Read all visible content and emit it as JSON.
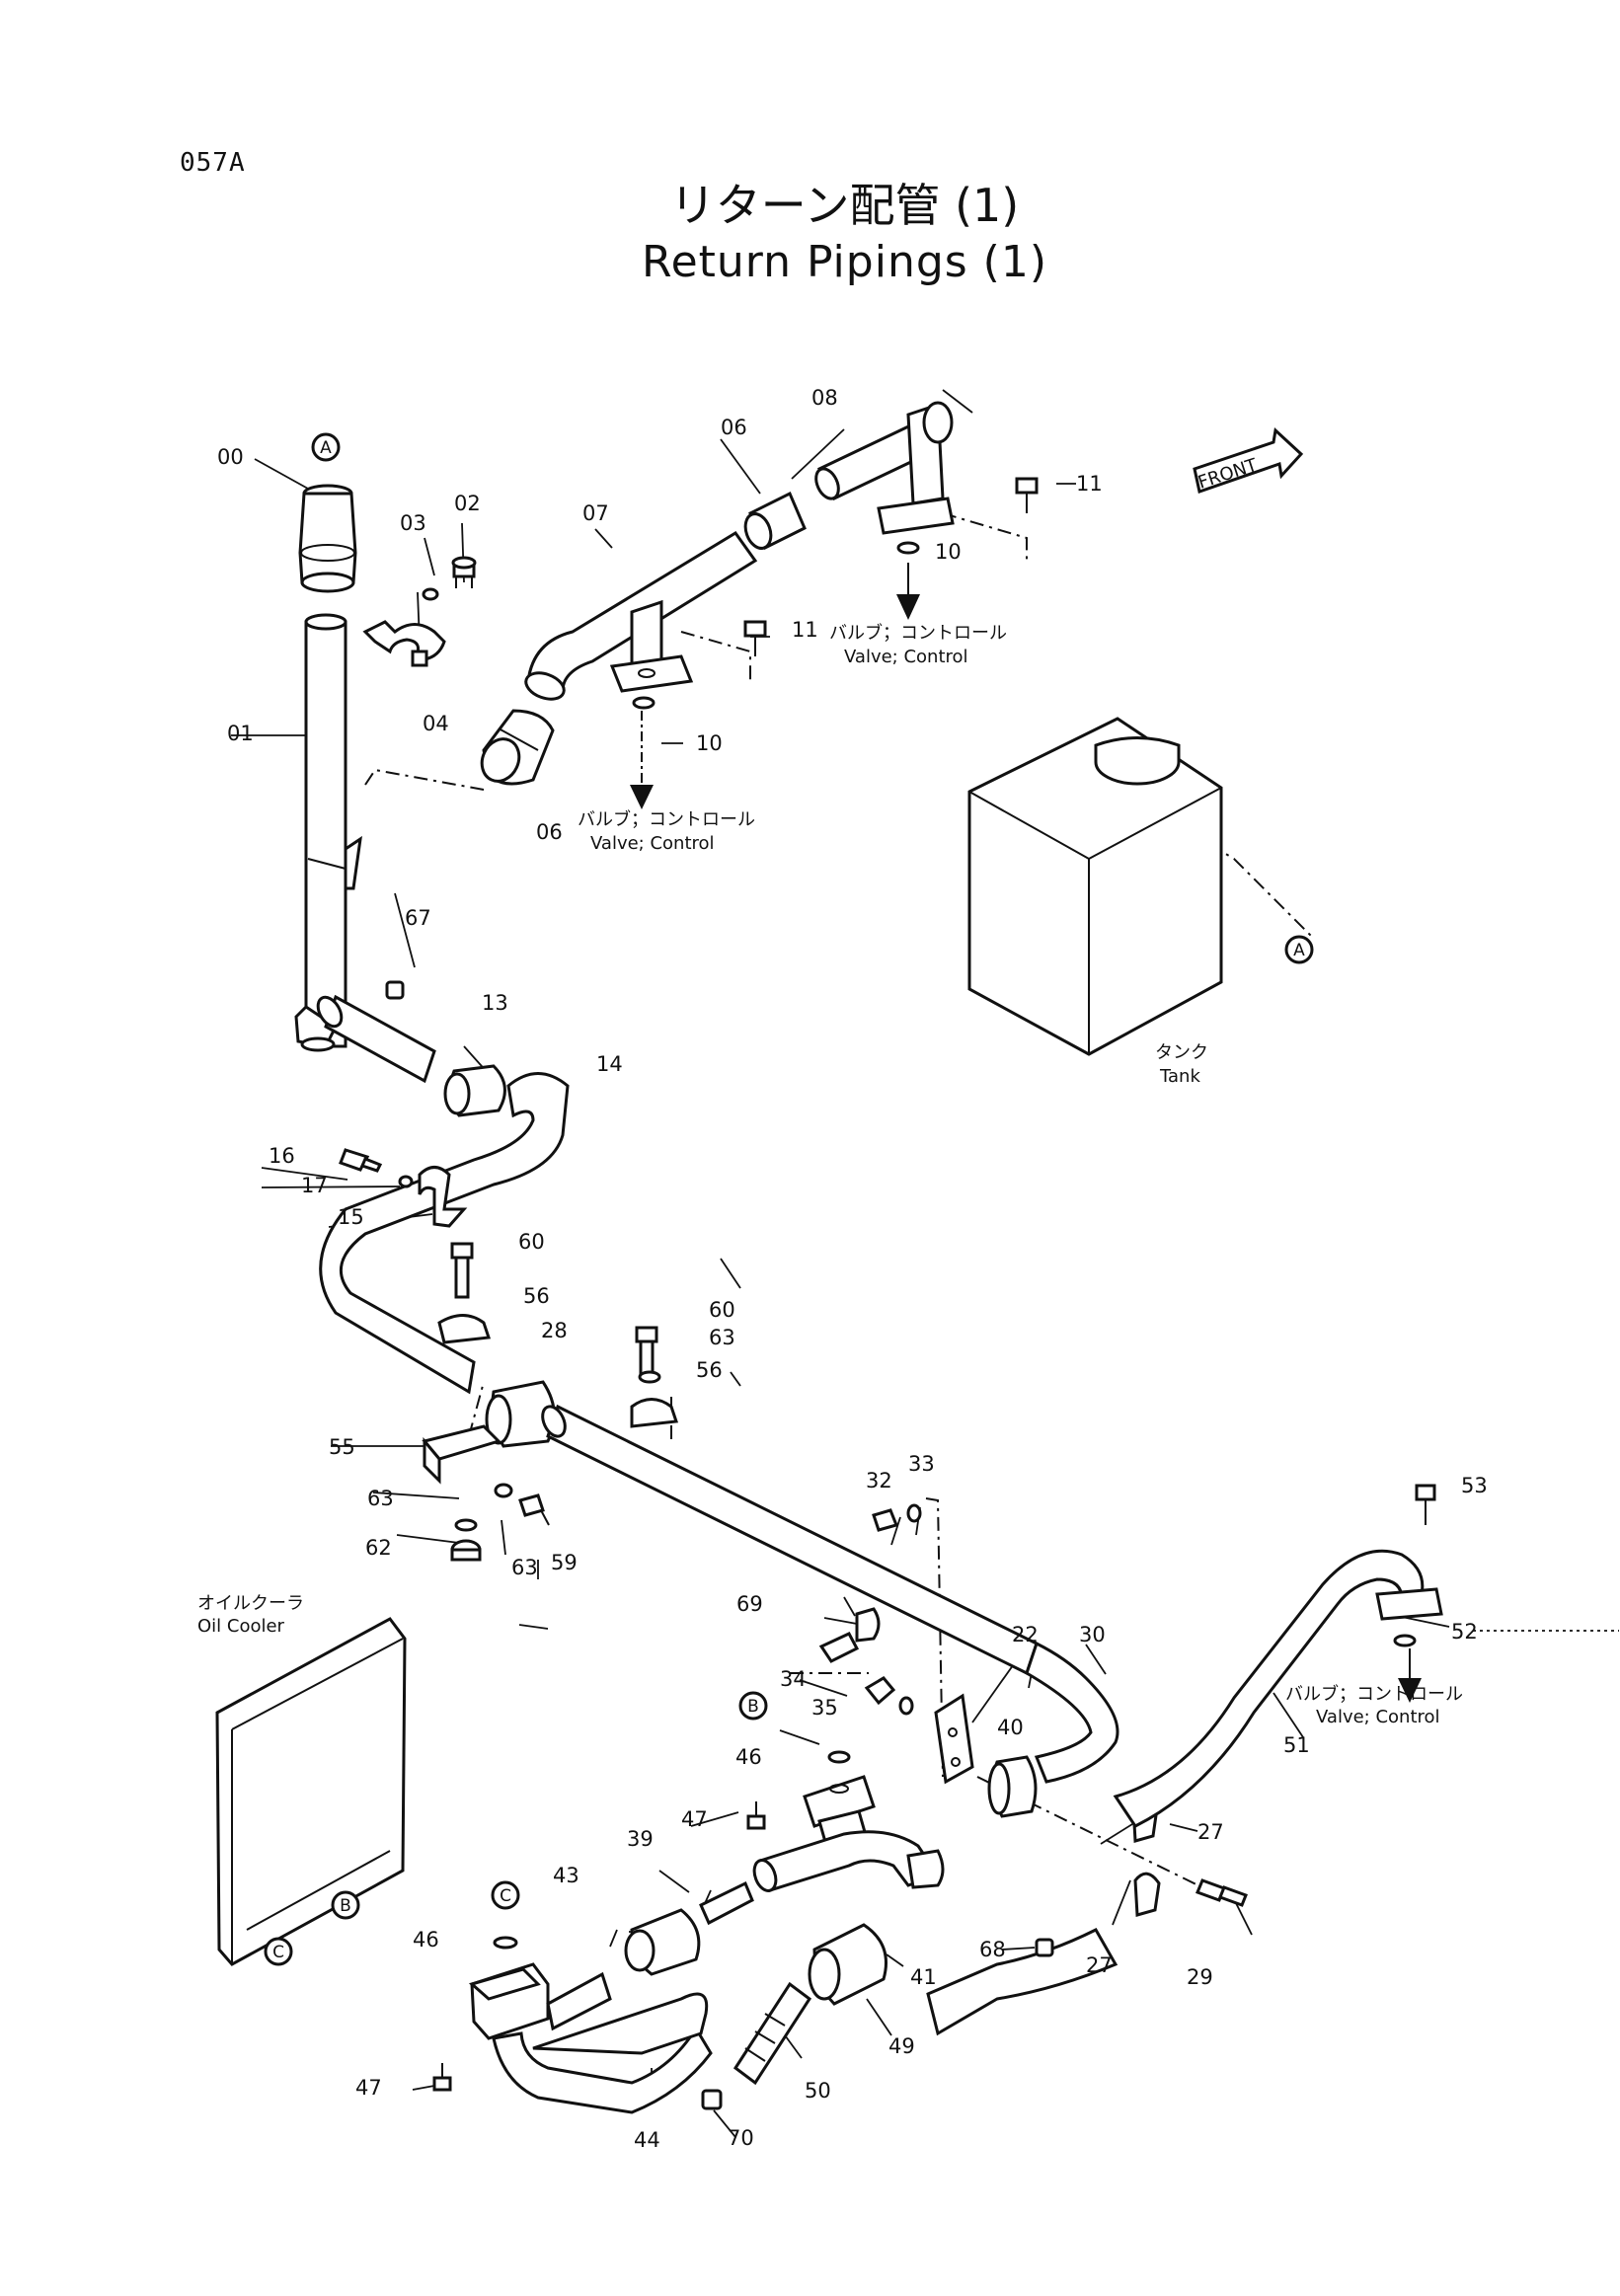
{
  "page": {
    "code": "057A",
    "title_jp": "リターン配管 (1)",
    "title_en": "Return Pipings (1)"
  },
  "front_label": "FRONT",
  "parts": {
    "p00": "00",
    "p01": "01",
    "p02": "02",
    "p03": "03",
    "p04": "04",
    "p06a": "06",
    "p06b": "06",
    "p07": "07",
    "p08": "08",
    "p10a": "10",
    "p10b": "10",
    "p11a": "11",
    "p11b": "11",
    "p13": "13",
    "p14": "14",
    "p15": "15",
    "p16": "16",
    "p17": "17",
    "p22": "22",
    "p27a": "27",
    "p27b": "27",
    "p28": "28",
    "p29": "29",
    "p30": "30",
    "p32": "32",
    "p33": "33",
    "p34": "34",
    "p35": "35",
    "p39": "39",
    "p40": "40",
    "p41": "41",
    "p43": "43",
    "p44": "44",
    "p46a": "46",
    "p46b": "46",
    "p47a": "47",
    "p47b": "47",
    "p49": "49",
    "p50": "50",
    "p51": "51",
    "p52": "52",
    "p53": "53",
    "p55": "55",
    "p56a": "56",
    "p56b": "56",
    "p59": "59",
    "p60a": "60",
    "p60b": "60",
    "p62": "62",
    "p63a": "63",
    "p63b": "63",
    "p63c": "63",
    "p67": "67",
    "p68": "68",
    "p69": "69",
    "p70": "70"
  },
  "refs": {
    "A": "A",
    "B": "B",
    "C": "C"
  },
  "notes": {
    "valve_jp": "バルブ；コントロール",
    "valve_en": "Valve; Control",
    "tank_jp": "タンク",
    "tank_en": "Tank",
    "oil_cooler_jp": "オイルクーラ",
    "oil_cooler_en": "Oil Cooler"
  }
}
